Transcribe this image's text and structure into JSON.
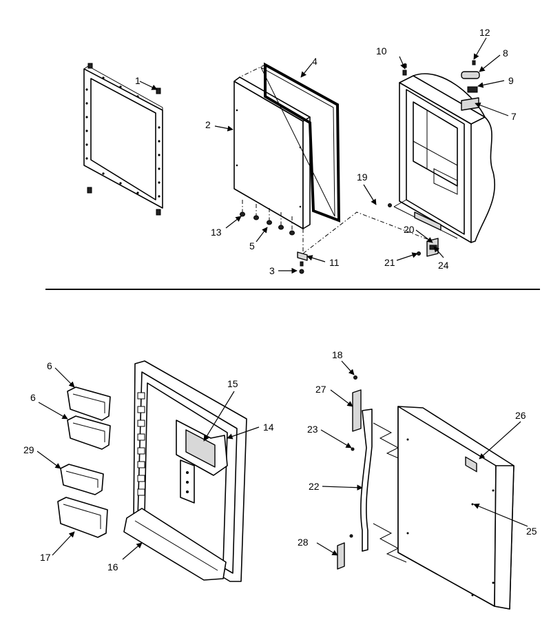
{
  "callouts": [
    {
      "id": "c1",
      "text": "1"
    },
    {
      "id": "c2",
      "text": "2"
    },
    {
      "id": "c3",
      "text": "3"
    },
    {
      "id": "c4",
      "text": "4"
    },
    {
      "id": "c5",
      "text": "5"
    },
    {
      "id": "c6a",
      "text": "6"
    },
    {
      "id": "c6b",
      "text": "6"
    },
    {
      "id": "c7",
      "text": "7"
    },
    {
      "id": "c8",
      "text": "8"
    },
    {
      "id": "c9",
      "text": "9"
    },
    {
      "id": "c10",
      "text": "10"
    },
    {
      "id": "c11",
      "text": "11"
    },
    {
      "id": "c12",
      "text": "12"
    },
    {
      "id": "c13",
      "text": "13"
    },
    {
      "id": "c14",
      "text": "14"
    },
    {
      "id": "c15",
      "text": "15"
    },
    {
      "id": "c16",
      "text": "16"
    },
    {
      "id": "c17",
      "text": "17"
    },
    {
      "id": "c18",
      "text": "18"
    },
    {
      "id": "c19",
      "text": "19"
    },
    {
      "id": "c20",
      "text": "20"
    },
    {
      "id": "c21",
      "text": "21"
    },
    {
      "id": "c22",
      "text": "22"
    },
    {
      "id": "c23",
      "text": "23"
    },
    {
      "id": "c24",
      "text": "24"
    },
    {
      "id": "c25",
      "text": "25"
    },
    {
      "id": "c26",
      "text": "26"
    },
    {
      "id": "c27",
      "text": "27"
    },
    {
      "id": "c28",
      "text": "28"
    },
    {
      "id": "c29",
      "text": "29"
    }
  ]
}
